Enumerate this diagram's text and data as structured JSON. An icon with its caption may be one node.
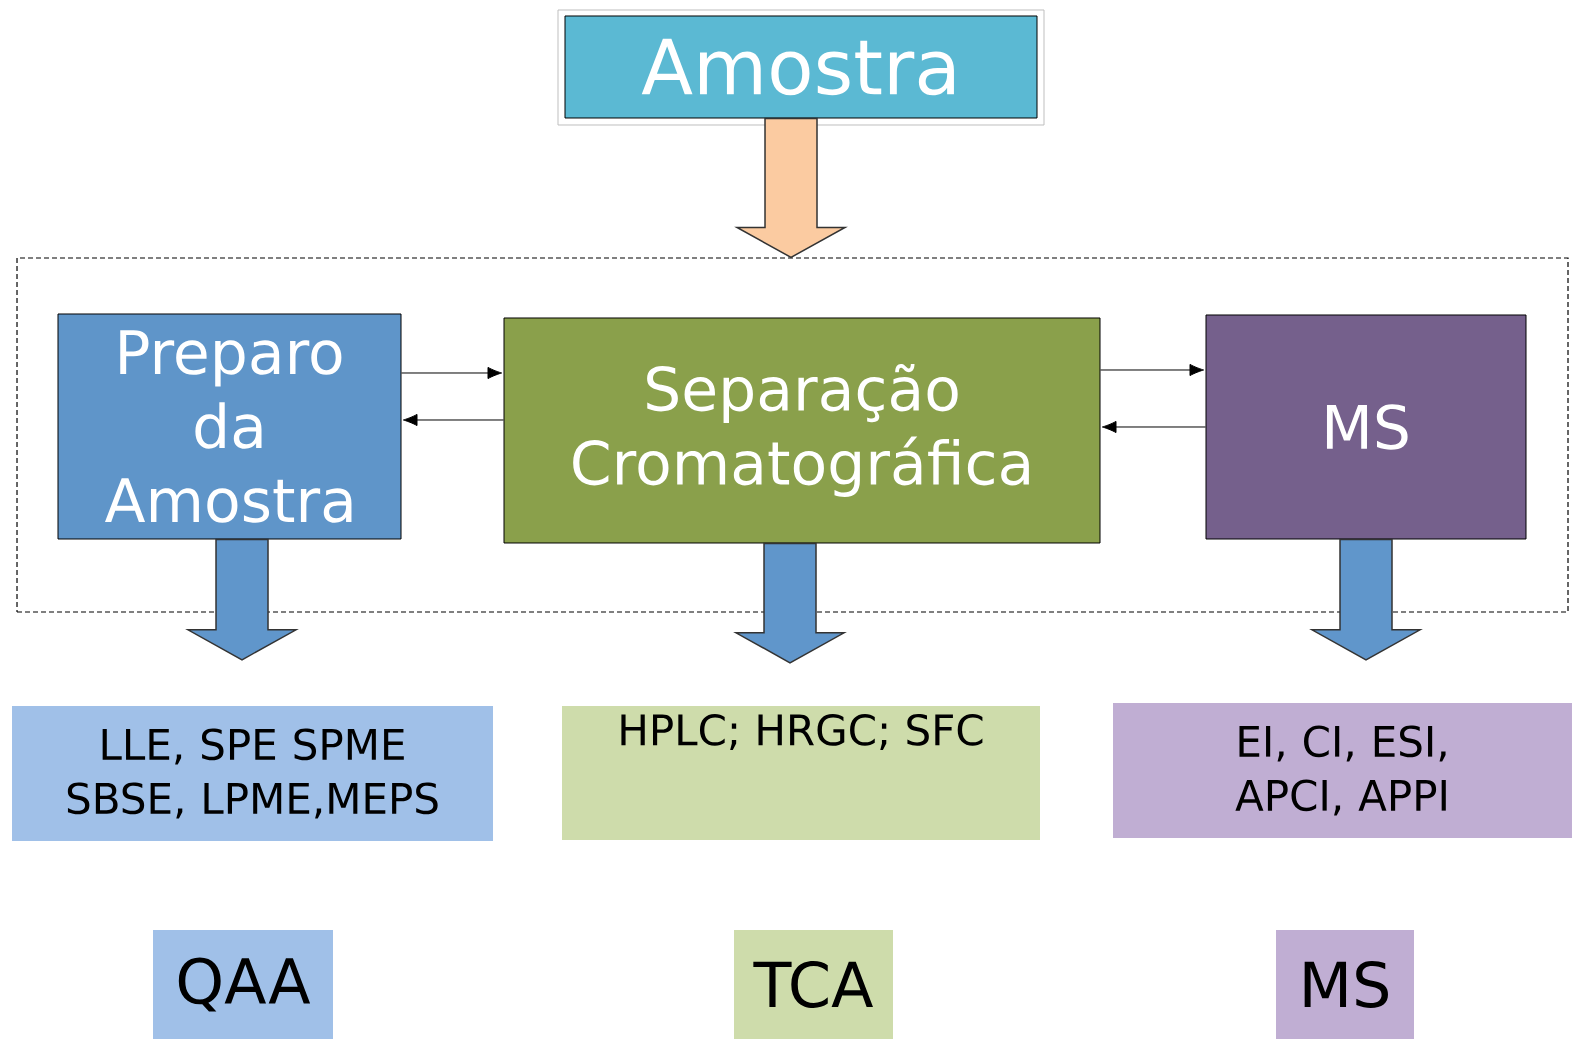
{
  "diagram": {
    "nodes": [
      {
        "text": [
          "Amostra"
        ]
      },
      {
        "text": [],
        "shape": "box"
      },
      {
        "text": [
          "Preparo da Amostra"
        ],
        "in": 1
      },
      {
        "text": [
          "Separação Cromatográfica"
        ],
        "in": 1
      },
      {
        "text": [
          "MS"
        ],
        "in": 1
      },
      {
        "text": [
          "LLE, SPE SPME SBSE, LPME,MEPS"
        ]
      },
      {
        "text": [
          "HPLC; HRGC; SFC"
        ]
      },
      {
        "text": [
          "EI, CI, ESI, APCI, APPI"
        ]
      },
      {
        "text": [
          "QAA"
        ]
      },
      {
        "text": [
          "TCA"
        ]
      },
      {
        "text": [
          "MS"
        ]
      }
    ],
    "edges": [
      {
        "from": 0,
        "to": 1,
        "arrow": "to",
        "style": "thick",
        "color": "#fbcba1"
      },
      {
        "from": 2,
        "to": 3,
        "arrow": "to"
      },
      {
        "from": 3,
        "to": 2,
        "arrow": "to"
      },
      {
        "from": 3,
        "to": 4,
        "arrow": "to"
      },
      {
        "from": 4,
        "to": 3,
        "arrow": "to"
      },
      {
        "from": 2,
        "to": 5,
        "arrow": "to",
        "style": "thick",
        "color": "#6096cb"
      },
      {
        "from": 3,
        "to": 6,
        "arrow": "to",
        "style": "thick",
        "color": "#6096cb"
      },
      {
        "from": 4,
        "to": 7,
        "arrow": "to",
        "style": "thick",
        "color": "#6096cb"
      }
    ]
  }
}
